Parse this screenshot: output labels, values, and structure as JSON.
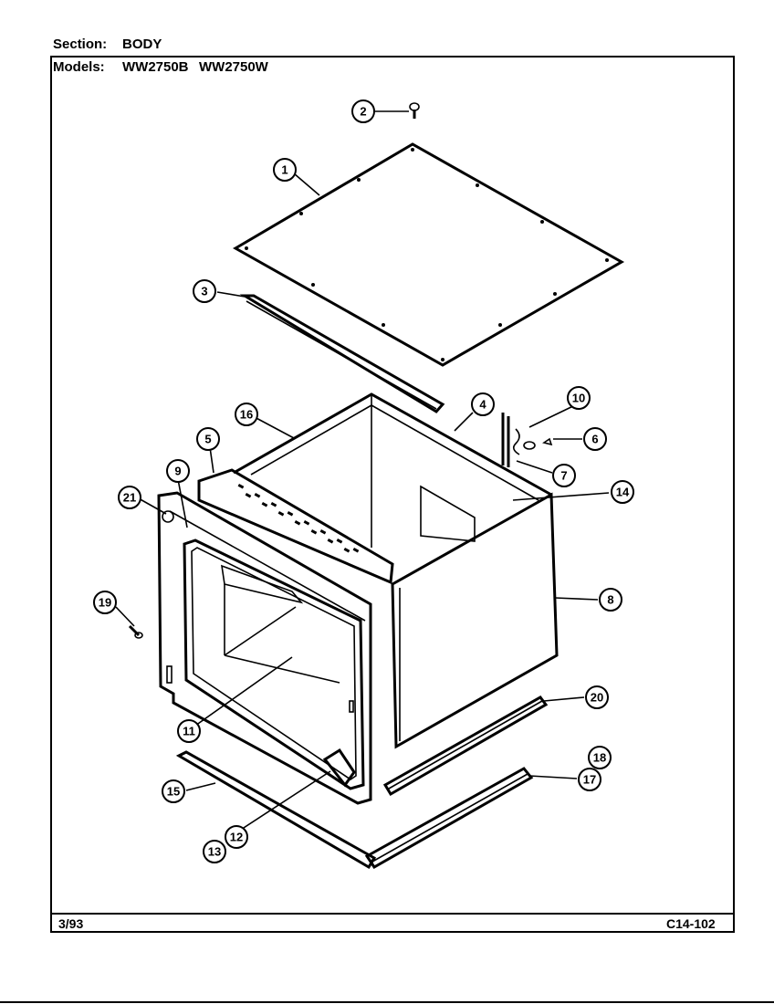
{
  "header": {
    "section_label": "Section:",
    "section_value": "BODY",
    "models_label": "Models:",
    "models": [
      "WW2750B",
      "WW2750W"
    ]
  },
  "footer": {
    "date": "3/93",
    "code": "C14-102"
  },
  "callouts": [
    "1",
    "2",
    "3",
    "4",
    "5",
    "6",
    "7",
    "8",
    "9",
    "10",
    "11",
    "12",
    "13",
    "14",
    "15",
    "16",
    "17",
    "18",
    "19",
    "20",
    "21"
  ],
  "callout_labels": {
    "c1": "1",
    "c2": "2",
    "c3": "3",
    "c4": "4",
    "c5": "5",
    "c6": "6",
    "c7": "7",
    "c8": "8",
    "c9": "9",
    "c10": "10",
    "c11": "11",
    "c12": "12",
    "c13": "13",
    "c14": "14",
    "c15": "15",
    "c16": "16",
    "c17": "17",
    "c18a": "18",
    "c18b": "18",
    "c19": "19",
    "c20": "20",
    "c21": "21"
  }
}
